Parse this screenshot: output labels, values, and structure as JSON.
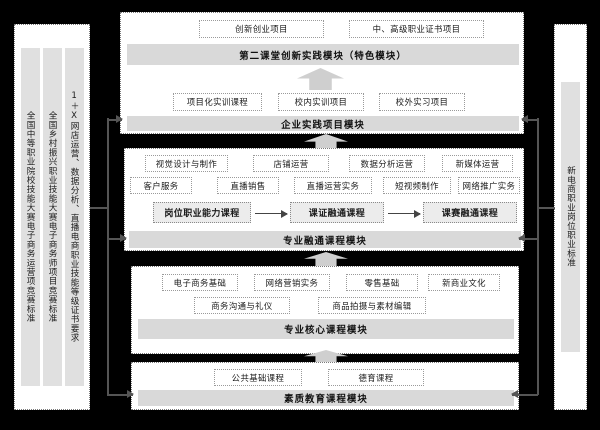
{
  "left_panel": {
    "name": "standards-requirements-panel",
    "columns": [
      "全国中等职业院校技能大赛电子商务运营项竞赛标准",
      "全国乡村振兴职业技能大赛电子商务师项目竞赛标准",
      "1＋X网店运营、数据分析、直播电商职业技能等级证书要求"
    ]
  },
  "right_panel": {
    "name": "job-standards-panel",
    "label": "新电商职业岗位职业标准"
  },
  "modules": [
    {
      "id": "second-class",
      "bar_label": "第二课堂创新实践模块（特色模块）",
      "footer_label": "企业实践项目模块",
      "top_chips": [
        "创新创业项目",
        "中、高级职业证书项目"
      ],
      "bottom_chips": [
        "项目化实训课程",
        "校内实训项目",
        "校外实习项目"
      ]
    },
    {
      "id": "pro-integration",
      "bar_label": "专业融通课程模块",
      "row1_chips": [
        "视觉设计与制作",
        "店铺运营",
        "数据分析运营",
        "新媒体运营"
      ],
      "row2_chips": [
        "客户服务",
        "直播销售",
        "直播运营实务",
        "短视频制作",
        "网络推广实务"
      ],
      "chain_chips": [
        "岗位职业能力课程",
        "课证融通课程",
        "课赛融通课程"
      ]
    },
    {
      "id": "pro-core",
      "bar_label": "专业核心课程模块",
      "row1_chips": [
        "电子商务基础",
        "网络营销实务",
        "零售基础",
        "新商业文化"
      ],
      "row2_chips": [
        "商务沟通与礼仪",
        "商品拍摄与素材编辑"
      ]
    },
    {
      "id": "quality-edu",
      "bar_label": "素质教育课程模块",
      "top_chips": [
        "公共基础课程",
        "德育课程"
      ]
    }
  ],
  "colors": {
    "bar_fill": "#d9d9d9",
    "chip_fill": "#ffffff",
    "chip_solid_fill": "#ececec",
    "panel_fill": "#e0e0e0",
    "arrow": "#cfcfcf",
    "connector": "#555555",
    "canvas": "#000000"
  }
}
